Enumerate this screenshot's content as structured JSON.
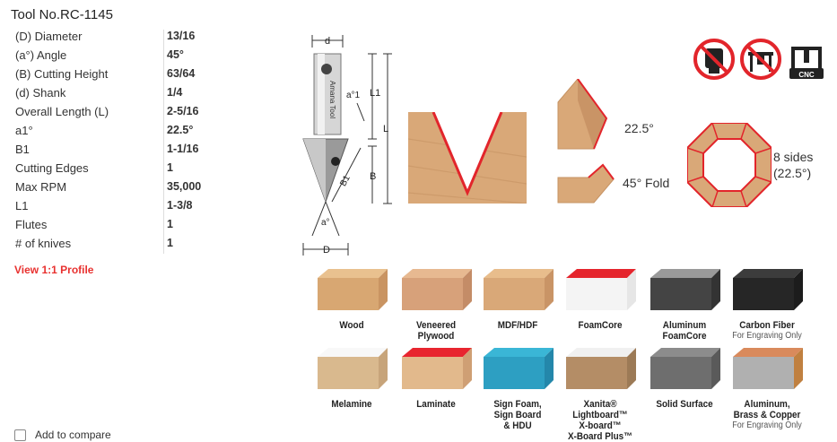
{
  "title": "Tool No.RC-1145",
  "specs": [
    {
      "label": "(D) Diameter",
      "value": "13/16"
    },
    {
      "label": "(a°) Angle",
      "value": "45°"
    },
    {
      "label": "(B) Cutting Height",
      "value": "63/64"
    },
    {
      "label": "(d) Shank",
      "value": "1/4"
    },
    {
      "label": "Overall Length (L)",
      "value": "2-5/16"
    },
    {
      "label": "a1°",
      "value": "22.5°"
    },
    {
      "label": "B1",
      "value": "1-1/16"
    },
    {
      "label": "Cutting Edges",
      "value": "1"
    },
    {
      "label": "Max RPM",
      "value": "35,000"
    },
    {
      "label": "L1",
      "value": "1-3/8"
    },
    {
      "label": "Flutes",
      "value": "1"
    },
    {
      "label": "# of knives",
      "value": "1"
    }
  ],
  "profile_link": "View 1:1 Profile",
  "compare_label": "Add to compare",
  "diagram": {
    "d": "d",
    "D": "D",
    "L": "L",
    "L1": "L1",
    "B": "B",
    "B1": "B1",
    "a": "a°",
    "a1": "a°1",
    "brand": "Amana Tool"
  },
  "usage": {
    "angle1": "22.5°",
    "fold": "45° Fold",
    "sides1": "8 sides",
    "sides2": "(22.5°)"
  },
  "badge_cnc": "CNC",
  "materials": [
    {
      "label": [
        "Wood"
      ],
      "sub": "",
      "top": "#e9c18f",
      "front": "#d8a772",
      "side": "#c99462"
    },
    {
      "label": [
        "Veneered",
        "Plywood"
      ],
      "sub": "",
      "top": "#e7b991",
      "front": "#d7a17a",
      "side": "#c48c67"
    },
    {
      "label": [
        "MDF/HDF"
      ],
      "sub": "",
      "top": "#e8bd8c",
      "front": "#d9a878",
      "side": "#c99466"
    },
    {
      "label": [
        "FoamCore"
      ],
      "sub": "",
      "top": "#e5252d",
      "front": "#f4f4f4",
      "side": "#e6e6e6"
    },
    {
      "label": [
        "Aluminum",
        "FoamCore"
      ],
      "sub": "",
      "top": "#9a9a9a",
      "front": "#444444",
      "side": "#333333"
    },
    {
      "label": [
        "Carbon Fiber"
      ],
      "sub": "For Engraving Only",
      "top": "#3c3c3c",
      "front": "#262626",
      "side": "#1c1c1c"
    },
    {
      "label": [
        "Melamine"
      ],
      "sub": "",
      "top": "#f8f8f8",
      "front": "#d9b98e",
      "side": "#c7a47a"
    },
    {
      "label": [
        "Laminate"
      ],
      "sub": "",
      "top": "#e8252f",
      "front": "#e2b98c",
      "side": "#cf9f74"
    },
    {
      "label": [
        "Sign Foam,",
        "Sign Board",
        "& HDU"
      ],
      "sub": "",
      "top": "#3ab6d6",
      "front": "#2d9fc2",
      "side": "#2487aa"
    },
    {
      "label": [
        "Xanita® Lightboard™",
        "X-board™",
        "X-Board Plus™"
      ],
      "sub": "",
      "top": "#f0f0f0",
      "front": "#b48d66",
      "side": "#9c7a56"
    },
    {
      "label": [
        "Solid Surface"
      ],
      "sub": "",
      "top": "#8c8c8c",
      "front": "#6e6e6e",
      "side": "#5a5a5a"
    },
    {
      "label": [
        "Aluminum,",
        "Brass & Copper"
      ],
      "sub": "For Engraving Only",
      "top": "#d98a5c",
      "front": "#b0b0b0",
      "side": "#c08040"
    }
  ]
}
